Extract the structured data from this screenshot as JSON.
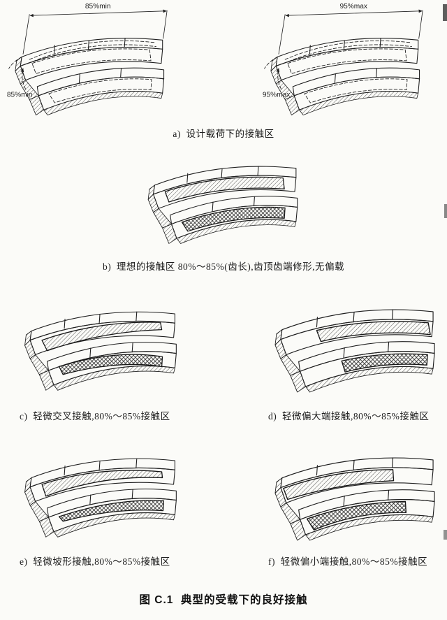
{
  "figure_title": "图 C.1  典型的受载下的良好接触",
  "captions": {
    "a": "a)  设计载荷下的接触区",
    "b": "b)  理想的接触区 80%～85%(齿长),齿顶齿端修形,无偏载",
    "c": "c)  轻微交叉接触,80%～85%接触区",
    "d": "d)  轻微偏大端接触,80%～85%接触区",
    "e": "e)  轻微坡形接触,80%～85%接触区",
    "f": "f)  轻微偏小端接触,80%～85%接触区"
  },
  "annotations": {
    "left_gear": {
      "top_dimension": "85%min",
      "side_label": "85%min"
    },
    "right_gear": {
      "top_dimension": "95%max",
      "side_label": "95%max"
    }
  },
  "colors": {
    "ink": "#1f1f1f",
    "paper": "#fbfbf8"
  }
}
